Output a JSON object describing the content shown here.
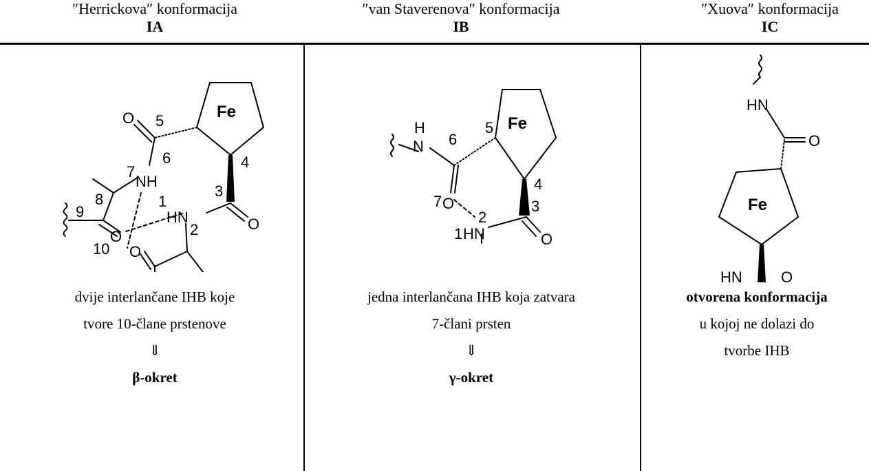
{
  "columns": [
    {
      "title": "″Herrickova″ konformacija",
      "code": "IA",
      "labels": {
        "fe": "Fe",
        "o6": "O",
        "n5": "5",
        "n6": "6",
        "n7": "7",
        "nh7": "NH",
        "n8": "8",
        "n3": "3",
        "n4": "4",
        "n9": "9",
        "n1": "1",
        "hn2": "HN",
        "n2": "2",
        "o3": "O",
        "o9": "O",
        "n10": "10",
        "o10": "O"
      },
      "lines": [
        "dvije interlančane IHB koje",
        "tvore 10-člane prstenove",
        "⇓"
      ],
      "result": "β-okret"
    },
    {
      "title": "″van Staverenova″ konformacija",
      "code": "IB",
      "labels": {
        "fe": "Fe",
        "h": "H",
        "n": "N",
        "n6": "6",
        "n5": "5",
        "n7": "7",
        "o7": "O",
        "n4": "4",
        "n3": "3",
        "n2": "2",
        "n1": "1",
        "hn": "HN",
        "o3": "O"
      },
      "lines": [
        "jedna interlančana IHB koja zatvara",
        "7-člani prsten",
        "⇓"
      ],
      "result": "γ-okret"
    },
    {
      "title": "″Xuova″ konformacija",
      "code": "IC",
      "labels": {
        "fe": "Fe",
        "hn_top": "HN",
        "o_top": "O",
        "hn_bot": "HN",
        "o_bot": "O"
      },
      "lead": "otvorena konformacija",
      "lines": [
        "u kojoj ne dolazi do",
        "tvorbe IHB"
      ]
    }
  ]
}
